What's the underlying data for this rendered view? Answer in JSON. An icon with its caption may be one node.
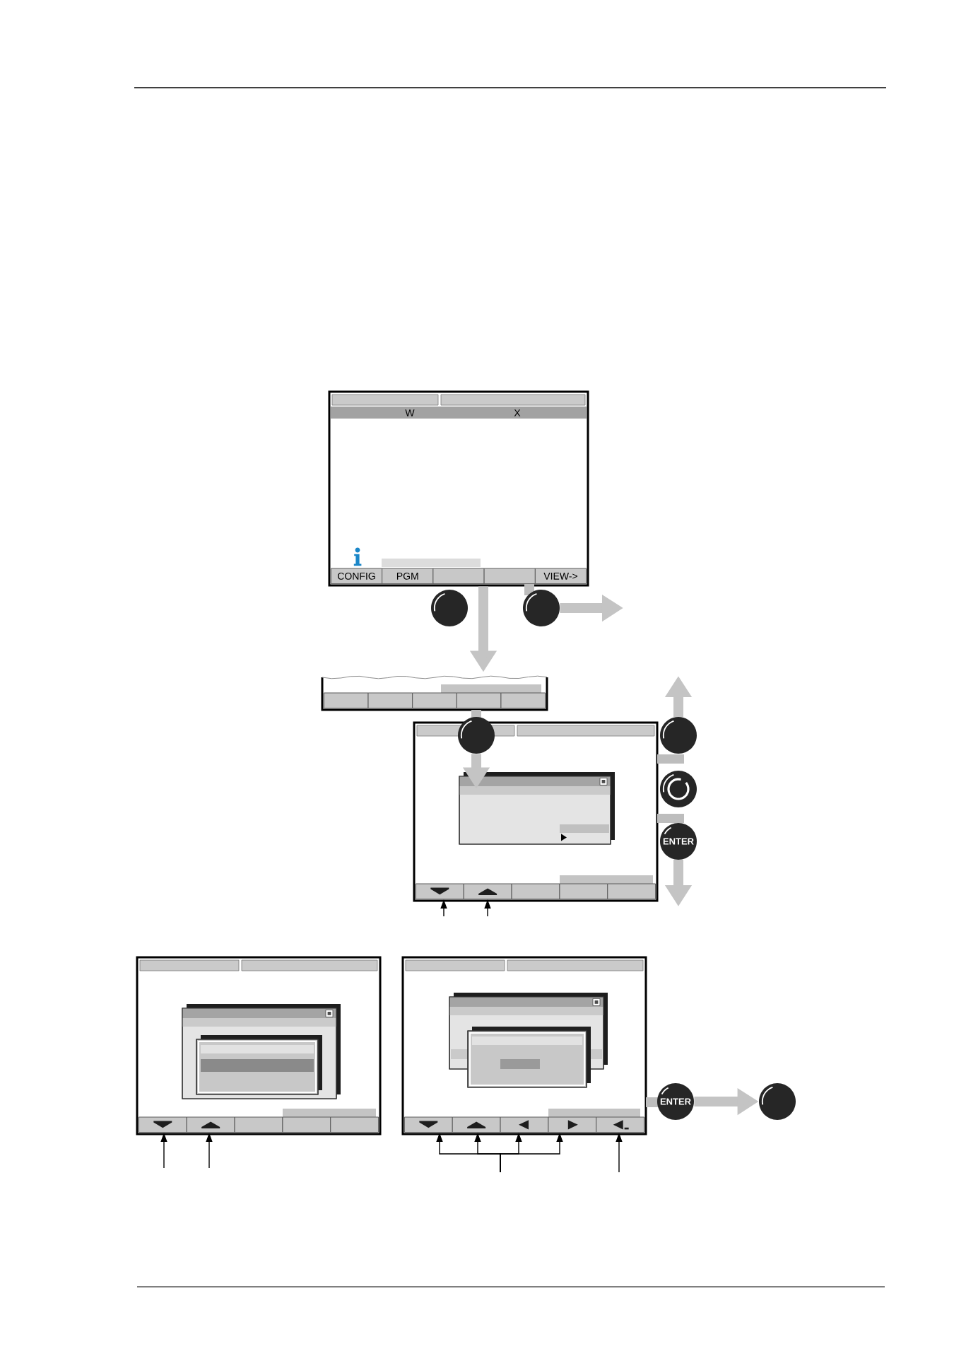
{
  "diagram": {
    "nodes": [
      {
        "text": [
          "W",
          "X"
        ]
      },
      {
        "text": [
          "CONFIG"
        ],
        "in": 0
      },
      {
        "text": [
          "PGM"
        ],
        "in": 0
      },
      {
        "text": [],
        "shape": "box",
        "in": 0
      },
      {
        "text": [],
        "shape": "box",
        "in": 0
      },
      {
        "text": [
          "VIEW->"
        ],
        "in": 0
      },
      {
        "text": [],
        "shape": "circle"
      },
      {
        "text": [],
        "shape": "circle"
      },
      {
        "text": [],
        "shape": "box"
      },
      {
        "text": [],
        "shape": "box",
        "in": 8
      },
      {
        "text": [],
        "shape": "box",
        "in": 8
      },
      {
        "text": [],
        "shape": "box",
        "in": 8
      },
      {
        "text": [],
        "shape": "box",
        "in": 8
      },
      {
        "text": [],
        "shape": "box",
        "in": 8
      },
      {
        "text": [],
        "shape": "circle"
      },
      {
        "text": [],
        "shape": "box"
      },
      {
        "text": [],
        "shape": "box",
        "in": 15
      },
      {
        "text": [],
        "shape": "box",
        "in": 15
      },
      {
        "text": [],
        "shape": "box",
        "in": 15
      },
      {
        "text": [],
        "shape": "box",
        "in": 15
      },
      {
        "text": [],
        "shape": "box",
        "in": 15
      },
      {
        "text": [],
        "shape": "box",
        "in": 15
      },
      {
        "text": [],
        "shape": "circle"
      },
      {
        "text": [],
        "shape": "circle"
      },
      {
        "text": [
          "ENTER"
        ]
      },
      {
        "text": [],
        "shape": "box"
      },
      {
        "text": [],
        "shape": "box",
        "in": 25
      },
      {
        "text": [],
        "shape": "box",
        "in": 26
      },
      {
        "text": [],
        "shape": "box",
        "in": 25
      },
      {
        "text": [],
        "shape": "box",
        "in": 25
      },
      {
        "text": [],
        "shape": "box",
        "in": 25
      },
      {
        "text": [],
        "shape": "box",
        "in": 25
      },
      {
        "text": [],
        "shape": "box",
        "in": 25
      },
      {
        "text": [],
        "shape": "box"
      },
      {
        "text": [],
        "shape": "box",
        "in": 33
      },
      {
        "text": [],
        "shape": "box",
        "in": 33
      },
      {
        "text": [],
        "shape": "box",
        "in": 33
      },
      {
        "text": [],
        "shape": "box",
        "in": 33
      },
      {
        "text": [],
        "shape": "box",
        "in": 33
      },
      {
        "text": [],
        "shape": "box",
        "in": 33
      },
      {
        "text": [],
        "shape": "box",
        "in": 33
      },
      {
        "text": [
          "ENTER"
        ]
      },
      {
        "text": [],
        "shape": "circle"
      }
    ],
    "edges": [
      {
        "from": 0,
        "to": 8,
        "arrow": "to",
        "style": "thick",
        "color": "#c4c4c4"
      },
      {
        "from": 7,
        "to": null,
        "arrow": "to",
        "style": "thick",
        "color": "#c4c4c4"
      },
      {
        "from": 14,
        "to": 16,
        "arrow": "to",
        "style": "thick",
        "color": "#c4c4c4"
      },
      {
        "from": null,
        "to": 17,
        "arrow": "to"
      },
      {
        "from": null,
        "to": 18,
        "arrow": "to"
      },
      {
        "from": null,
        "to": 28,
        "arrow": "to"
      },
      {
        "from": null,
        "to": 29,
        "arrow": "to"
      },
      {
        "from": null,
        "to": 36,
        "arrow": "to"
      },
      {
        "from": null,
        "to": 37,
        "arrow": "to"
      },
      {
        "from": null,
        "to": 38,
        "arrow": "to"
      },
      {
        "from": null,
        "to": 39,
        "arrow": "to"
      },
      {
        "from": null,
        "to": 40,
        "arrow": "to"
      },
      {
        "from": 41,
        "to": 42,
        "arrow": "to",
        "style": "thick",
        "color": "#c4c4c4"
      }
    ]
  }
}
